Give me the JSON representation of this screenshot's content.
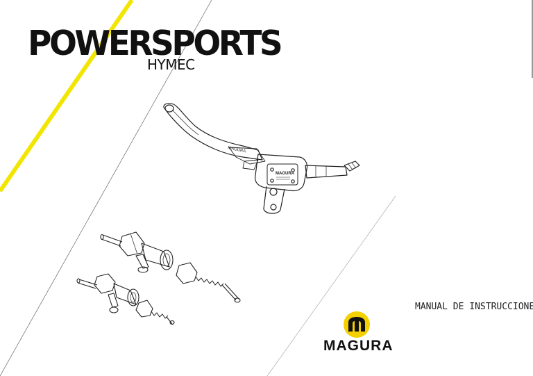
{
  "brand": {
    "title": "POWERSPORTS",
    "subtitle": "HYMEC"
  },
  "manual": {
    "title": "MANUAL DE INSTRUCCIONES"
  },
  "logo": {
    "wordmark": "MAGURA",
    "badge_color": "#F4D000"
  },
  "lever": {
    "housing_text": "MAGURA",
    "blade_text": "MAGURA"
  },
  "colors": {
    "accent_stripe": "#F2E500",
    "line_art": "#222222"
  }
}
